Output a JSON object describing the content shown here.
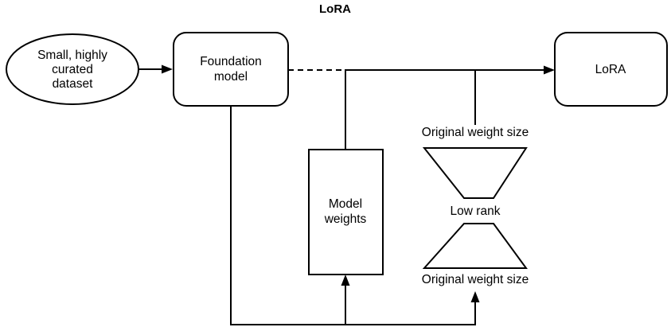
{
  "title": "LoRA",
  "nodes": {
    "dataset": {
      "label_line1": "Small, highly",
      "label_line2": "curated",
      "label_line3": "dataset"
    },
    "foundation_model": {
      "label_line1": "Foundation",
      "label_line2": "model"
    },
    "lora": {
      "label": "LoRA"
    },
    "model_weights": {
      "label_line1": "Model",
      "label_line2": "weights"
    }
  },
  "annotations": {
    "original_weight_size_top": "Original weight size",
    "low_rank": "Low rank",
    "original_weight_size_bottom": "Original weight size"
  },
  "colors": {
    "stroke": "#000000",
    "fill": "#ffffff",
    "text": "#000000"
  }
}
